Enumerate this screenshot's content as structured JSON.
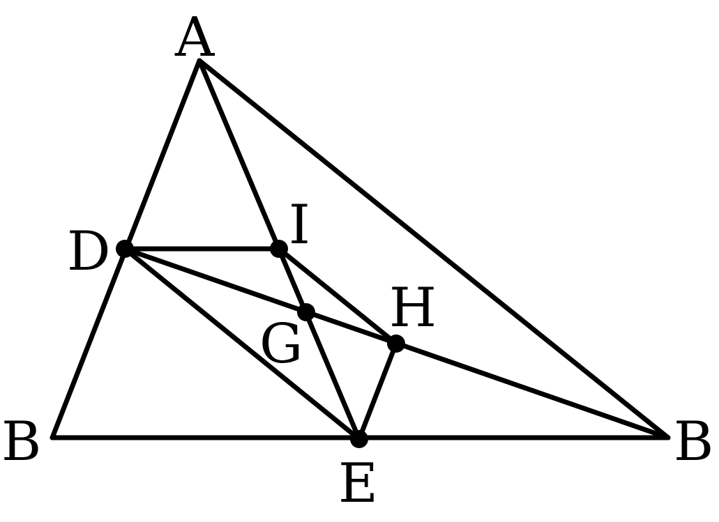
{
  "figure": {
    "labels": {
      "A": "A",
      "B_left": "B",
      "B_right": "B",
      "D": "D",
      "E": "E",
      "G": "G",
      "H": "H",
      "I": "I"
    },
    "line_color": "#000000",
    "background": "#ffffff"
  }
}
